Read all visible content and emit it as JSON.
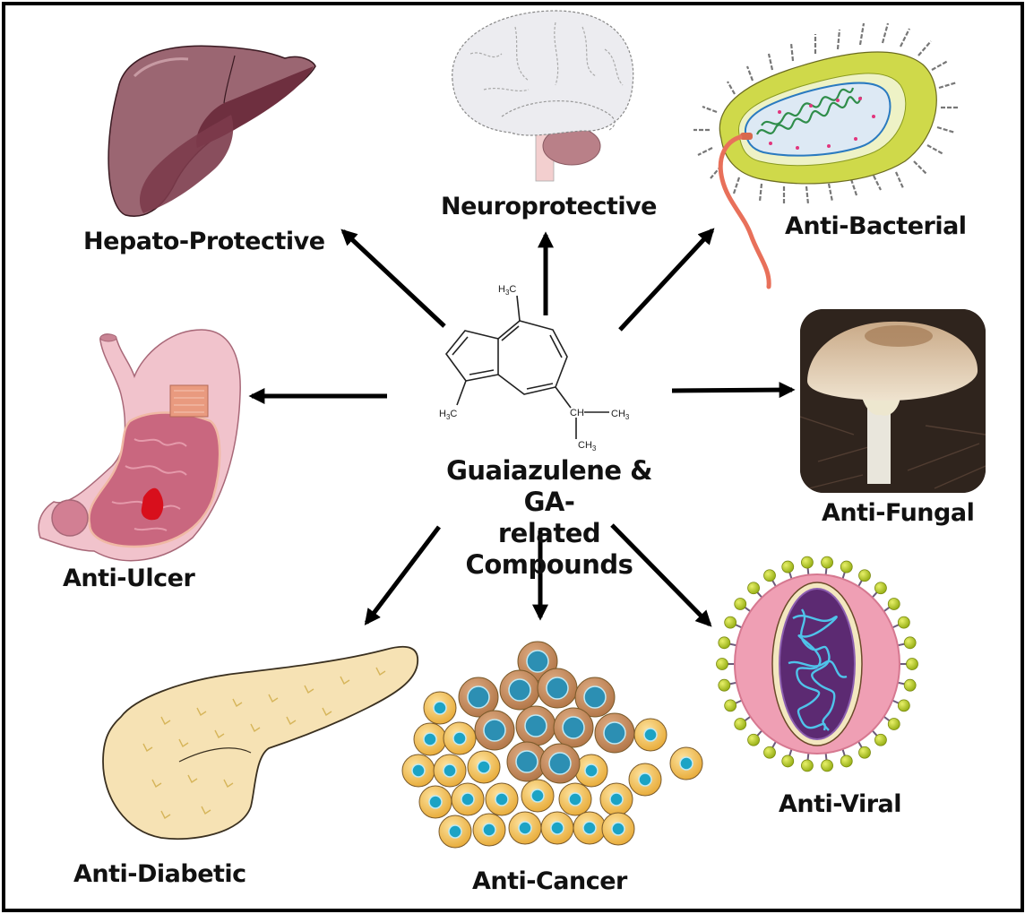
{
  "title": "Guaiazulene & GA-related Compounds",
  "center": {
    "line1": "Guaiazulene & GA-",
    "line2": "related Compounds",
    "structure": {
      "name": "guaiazulene-structure",
      "labels": {
        "methyl_top": "H3C",
        "methyl_left": "H3C",
        "isopropyl_ch": "CH",
        "isopropyl_ch3_right": "CH3",
        "isopropyl_ch3_down": "CH3"
      }
    }
  },
  "activities": [
    {
      "id": "hepato",
      "label": "Hepato-Protective",
      "icon": "liver-icon"
    },
    {
      "id": "neuro",
      "label": "Neuroprotective",
      "icon": "brain-icon"
    },
    {
      "id": "bacterial",
      "label": "Anti-Bacterial",
      "icon": "bacterium-icon"
    },
    {
      "id": "ulcer",
      "label": "Anti-Ulcer",
      "icon": "stomach-icon"
    },
    {
      "id": "fungal",
      "label": "Anti-Fungal",
      "icon": "mushroom-icon"
    },
    {
      "id": "diabetic",
      "label": "Anti-Diabetic",
      "icon": "pancreas-icon"
    },
    {
      "id": "cancer",
      "label": "Anti-Cancer",
      "icon": "cancer-cells-icon"
    },
    {
      "id": "viral",
      "label": "Anti-Viral",
      "icon": "virus-icon"
    }
  ],
  "colors": {
    "border": "#000000",
    "arrow": "#000000",
    "liver": "#9b6672",
    "liver_dark": "#6e2f3f",
    "brain": "#ececf0",
    "cerebellum": "#b98088",
    "bacterium_wall": "#cfd94a",
    "flagellum": "#e8705a",
    "stomach": "#f1c3cc",
    "stomach_inner": "#c9677f",
    "ulcer": "#d80f1c",
    "pancreas": "#f6e2b4",
    "cell_normal": "#f2c157",
    "cell_cancer": "#c98d5e",
    "nucleus": "#1ba3c5",
    "virus_outer": "#ef9fb4",
    "virus_core": "#5c2a72",
    "virus_rna": "#4fc3ea",
    "spike": "#b5cc1f",
    "mushroom_cap": "#d9c09c"
  }
}
